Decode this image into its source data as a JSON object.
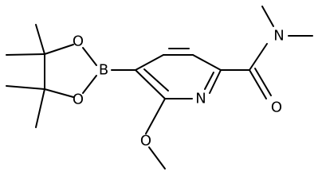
{
  "atoms": {
    "b": "B",
    "o_upper": "O",
    "o_lower": "O",
    "n_ring": "N",
    "n_amide": "N",
    "o_carbonyl": "O",
    "o_methoxy": "O"
  },
  "colors": {
    "bond": "#000000",
    "text": "#000000",
    "background": "#ffffff"
  }
}
